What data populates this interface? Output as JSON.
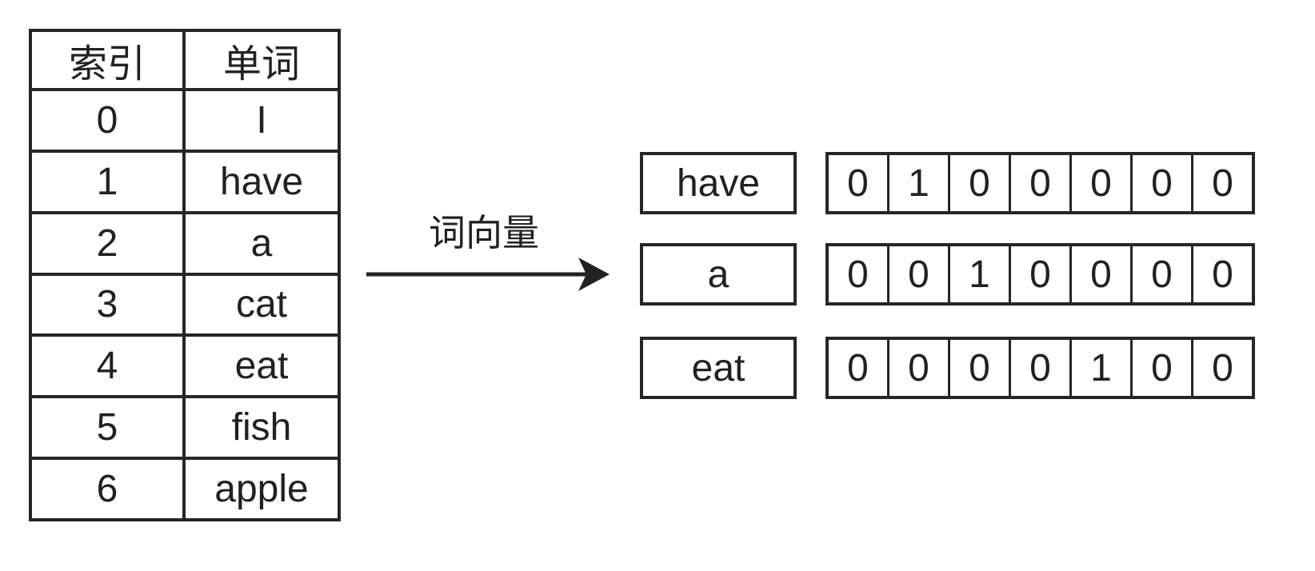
{
  "vocab_table": {
    "headers": [
      "索引",
      "单词"
    ],
    "rows": [
      [
        "0",
        "I"
      ],
      [
        "1",
        "have"
      ],
      [
        "2",
        "a"
      ],
      [
        "3",
        "cat"
      ],
      [
        "4",
        "eat"
      ],
      [
        "5",
        "fish"
      ],
      [
        "6",
        "apple"
      ]
    ]
  },
  "arrow": {
    "label": "词向量"
  },
  "encodings": [
    {
      "word": "have",
      "vector": [
        "0",
        "1",
        "0",
        "0",
        "0",
        "0",
        "0"
      ]
    },
    {
      "word": "a",
      "vector": [
        "0",
        "0",
        "1",
        "0",
        "0",
        "0",
        "0"
      ]
    },
    {
      "word": "eat",
      "vector": [
        "0",
        "0",
        "0",
        "0",
        "1",
        "0",
        "0"
      ]
    }
  ],
  "colors": {
    "ink": "#212121",
    "border": "#262626",
    "background": "#ffffff"
  }
}
